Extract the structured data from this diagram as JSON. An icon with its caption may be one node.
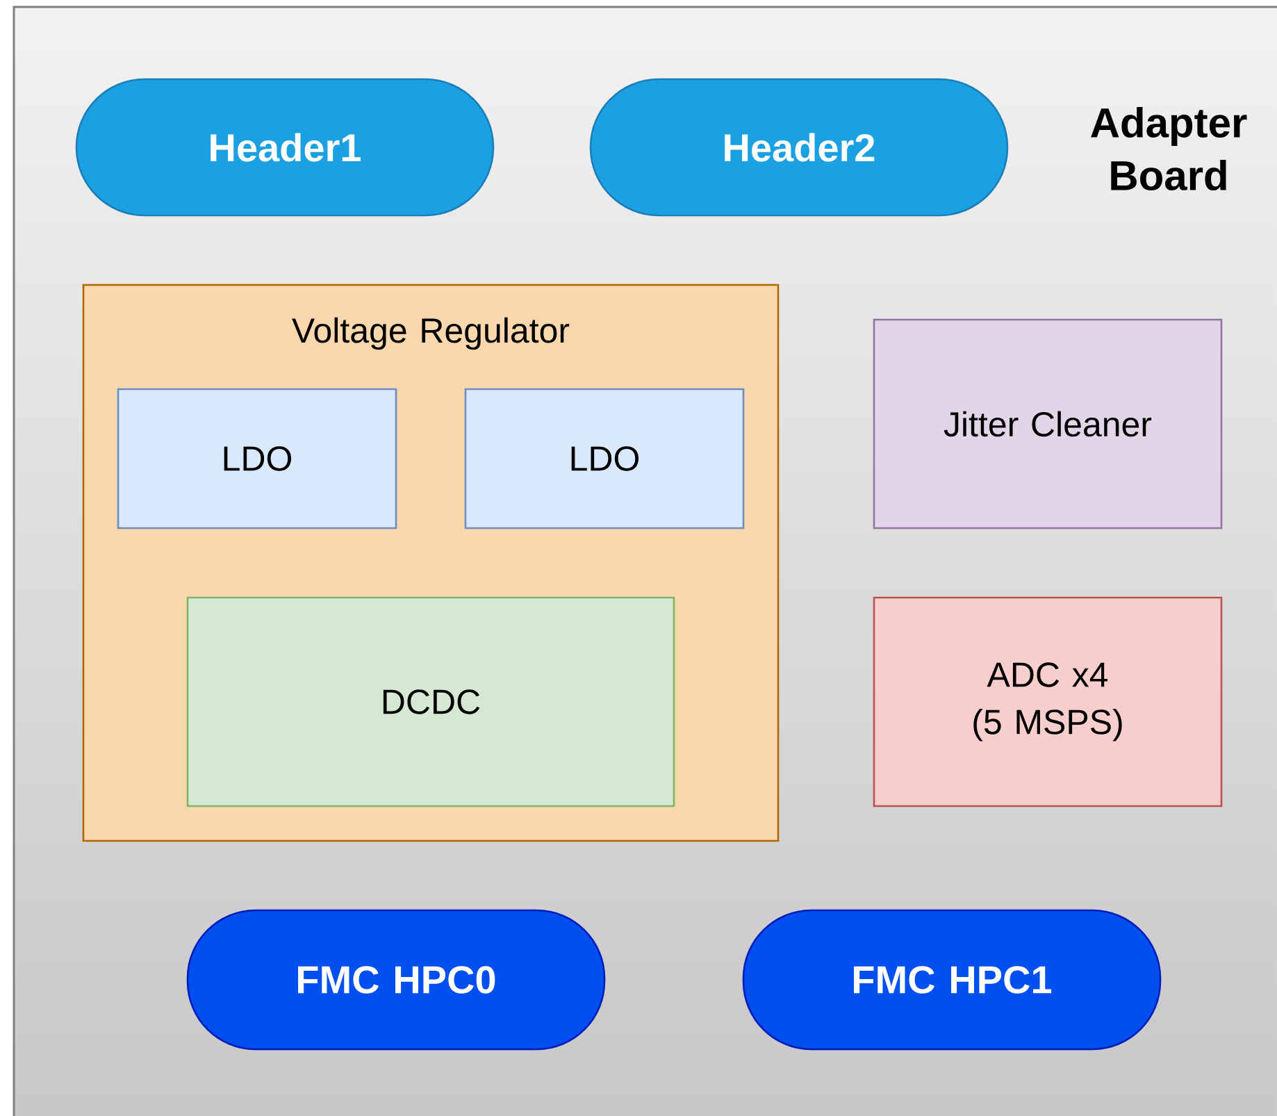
{
  "diagram": {
    "nodes": [
      {
        "text": [
          "Adapter Board"
        ]
      },
      {
        "text": [
          "Header1"
        ],
        "in": 0
      },
      {
        "text": [
          "Header2"
        ],
        "in": 0
      },
      {
        "text": [
          "Voltage Regulator"
        ],
        "in": 0
      },
      {
        "text": [
          "LDO"
        ],
        "in": 3
      },
      {
        "text": [
          "LDO"
        ],
        "in": 3
      },
      {
        "text": [
          "DCDC"
        ],
        "in": 3
      },
      {
        "text": [
          "Jitter Cleaner"
        ],
        "in": 0
      },
      {
        "text": [
          "ADC x4 (5 MSPS)"
        ],
        "in": 0
      },
      {
        "text": [
          "FMC HPC0"
        ],
        "in": 0
      },
      {
        "text": [
          "FMC HPC1"
        ],
        "in": 0
      }
    ]
  }
}
